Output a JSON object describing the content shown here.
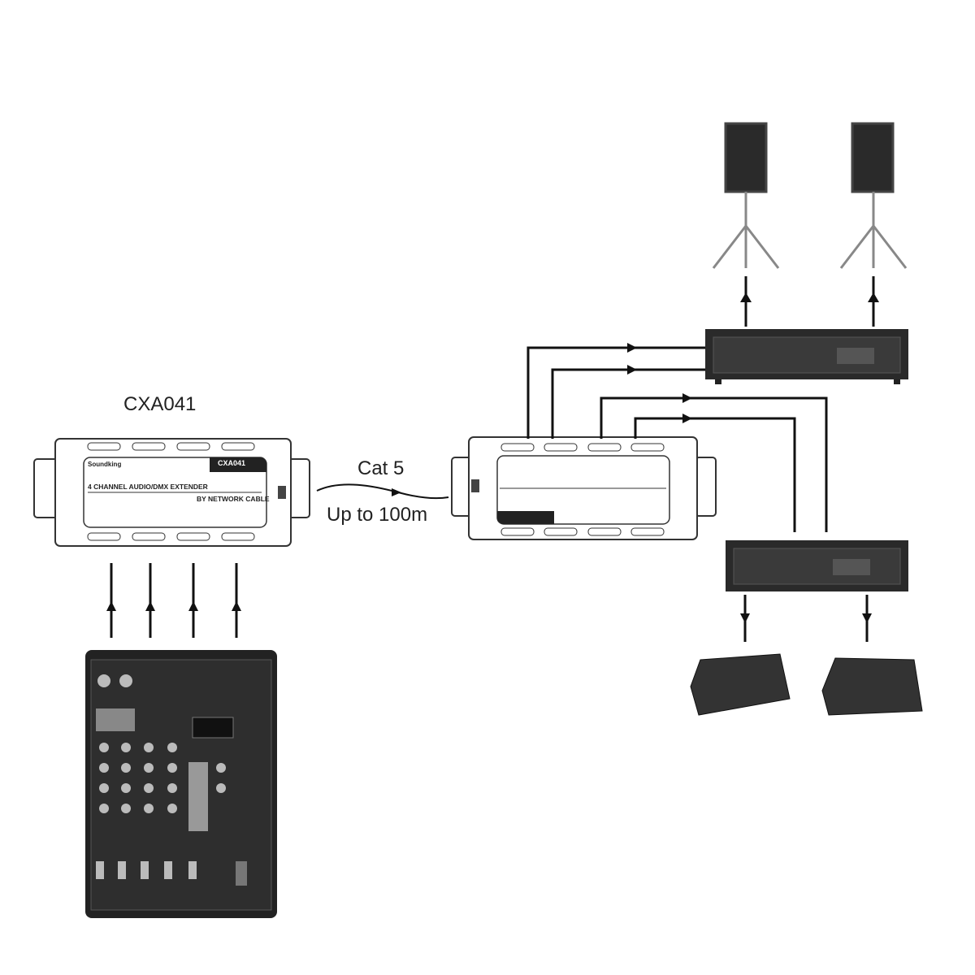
{
  "title_label": "CXA041",
  "cable": {
    "type": "Cat 5",
    "distance": "Up to 100m"
  },
  "extender": {
    "model_badge": "CXA041",
    "brand": "Soundking",
    "line1": "4 CHANNEL AUDIO/DMX EXTENDER",
    "line2": "BY NETWORK CABLE"
  },
  "colors": {
    "line": "#111111",
    "device": "#2a2a2a",
    "panel": "#ffffff"
  }
}
